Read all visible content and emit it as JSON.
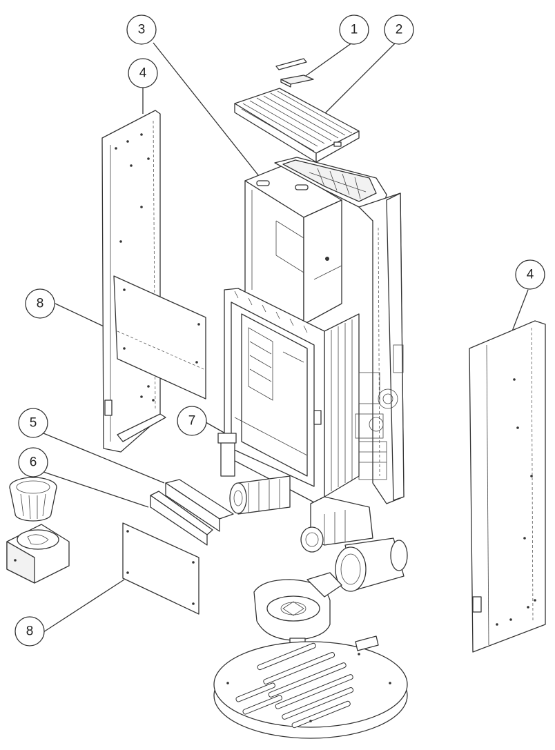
{
  "callouts": [
    {
      "id": "c1",
      "label": "1"
    },
    {
      "id": "c2",
      "label": "2"
    },
    {
      "id": "c3",
      "label": "3"
    },
    {
      "id": "c4a",
      "label": "4"
    },
    {
      "id": "c4b",
      "label": "4"
    },
    {
      "id": "c5",
      "label": "5"
    },
    {
      "id": "c6",
      "label": "6"
    },
    {
      "id": "c7",
      "label": "7"
    },
    {
      "id": "c8a",
      "label": "8"
    },
    {
      "id": "c8b",
      "label": "8"
    }
  ]
}
